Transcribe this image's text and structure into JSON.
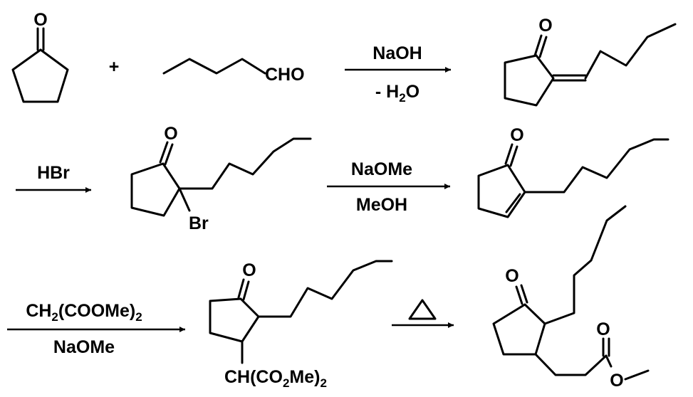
{
  "reagents": {
    "step1_top": "NaOH",
    "step1_bottom_prefix": "- H",
    "step1_bottom_sub": "2",
    "step1_bottom_suffix": "O",
    "step2_top": "HBr",
    "step3_top": "NaOMe",
    "step3_bottom": "MeOH",
    "step4_top_prefix": "CH",
    "step4_top_sub1": "2",
    "step4_top_mid": "(COOMe)",
    "step4_top_sub2": "2",
    "step4_bottom": "NaOMe"
  },
  "atoms": {
    "oxygen": "O",
    "plus": "+",
    "cho": "CHO",
    "bromine": "Br",
    "malonate_prefix": "CH(CO",
    "malonate_sub1": "2",
    "malonate_mid": "Me)",
    "malonate_sub2": "2"
  }
}
